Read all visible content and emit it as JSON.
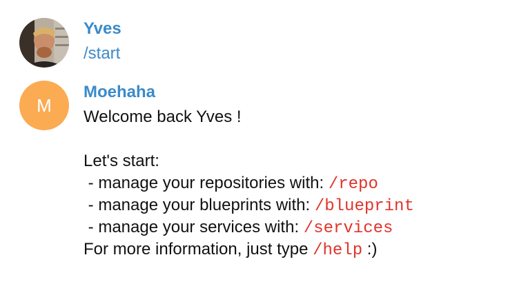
{
  "messages": [
    {
      "sender": "Yves",
      "avatar": "photo",
      "text": "/start"
    },
    {
      "sender": "Moehaha",
      "avatar_letter": "M",
      "avatar_color": "#fbab52",
      "lines": {
        "greeting": "Welcome back Yves !",
        "intro": "Let's start:",
        "repo_prefix": " - manage your repositories with: ",
        "repo_cmd": "/repo",
        "blueprint_prefix": " - manage your blueprints with: ",
        "blueprint_cmd": "/blueprint",
        "services_prefix": " - manage your services with: ",
        "services_cmd": "/services",
        "help_prefix": "For more information, just type ",
        "help_cmd": "/help",
        "help_suffix": " :)"
      }
    }
  ],
  "colors": {
    "sender_name": "#3b8ac9",
    "command_link": "#e0342b",
    "text": "#111111"
  }
}
